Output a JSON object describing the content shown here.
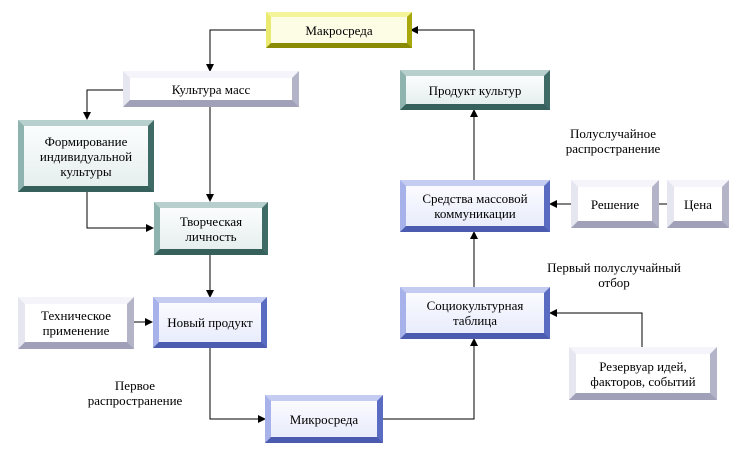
{
  "nodes": {
    "macro": "Макросреда",
    "mass_culture": "Культура масс",
    "product_culture": "Продукт культур",
    "individual_culture": [
      "Формирование",
      "индивидуальной",
      "культуры"
    ],
    "creative_person": [
      "Творческая",
      "личность"
    ],
    "mass_media": [
      "Средства массовой",
      "коммуникации"
    ],
    "decision": "Решение",
    "price": "Цена",
    "tech_application": [
      "Техническое",
      "применение"
    ],
    "new_product": "Новый продукт",
    "sociocultural_table": [
      "Социокультурная",
      "таблица"
    ],
    "reservoir": [
      "Резервуар идей,",
      "факторов, событий"
    ],
    "micro": "Микросреда"
  },
  "labels": {
    "semi_random_distribution": [
      "Полуслучайное",
      "распространение"
    ],
    "first_semi_random_selection": [
      "Первый полуслучайный",
      "отбор"
    ],
    "first_distribution": [
      "Первое",
      "распространение"
    ]
  },
  "colors": {
    "line": "#000000",
    "yellow_box": "#f4f49a",
    "teal_box": "#3f6b66",
    "blue_box": "#5a6cc2",
    "grey_box": "#b4b4c8"
  }
}
